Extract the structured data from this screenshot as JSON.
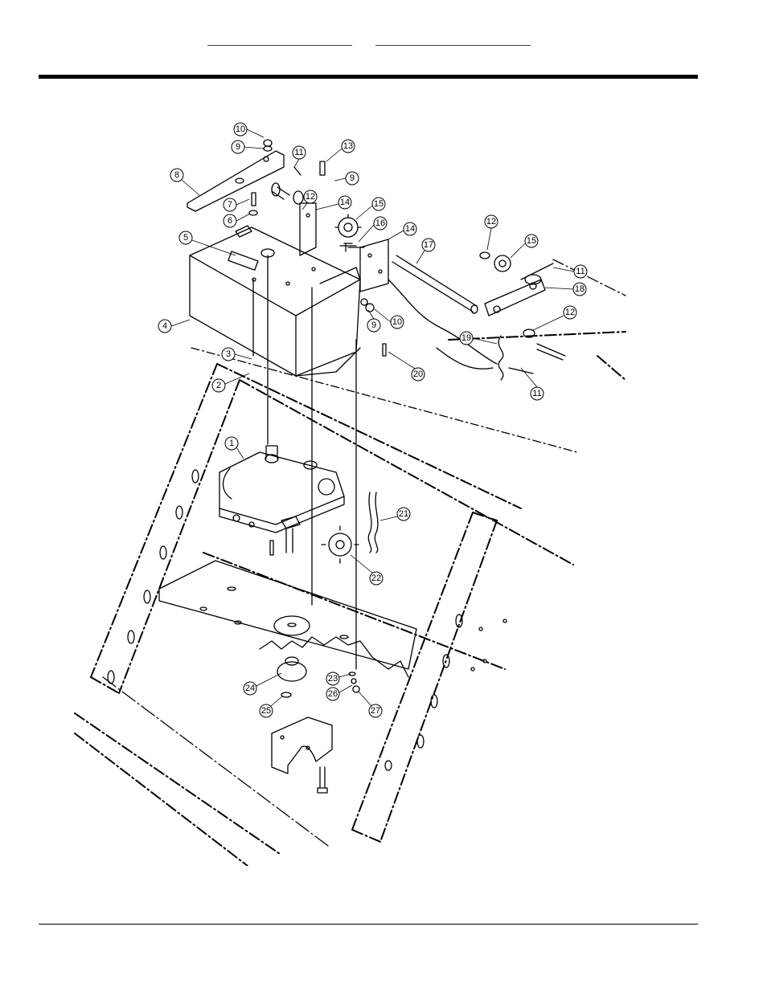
{
  "header": {
    "links": [
      {
        "label": ""
      },
      {
        "label": ""
      }
    ]
  },
  "diagram": {
    "callouts": [
      "10",
      "9",
      "8",
      "7",
      "6",
      "5",
      "4",
      "3",
      "2",
      "11",
      "13",
      "9",
      "12",
      "14",
      "15",
      "16",
      "14",
      "17",
      "12",
      "15",
      "11",
      "18",
      "12",
      "19",
      "9",
      "10",
      "20",
      "11",
      "1",
      "21",
      "22",
      "24",
      "23",
      "26",
      "27",
      "25"
    ]
  }
}
